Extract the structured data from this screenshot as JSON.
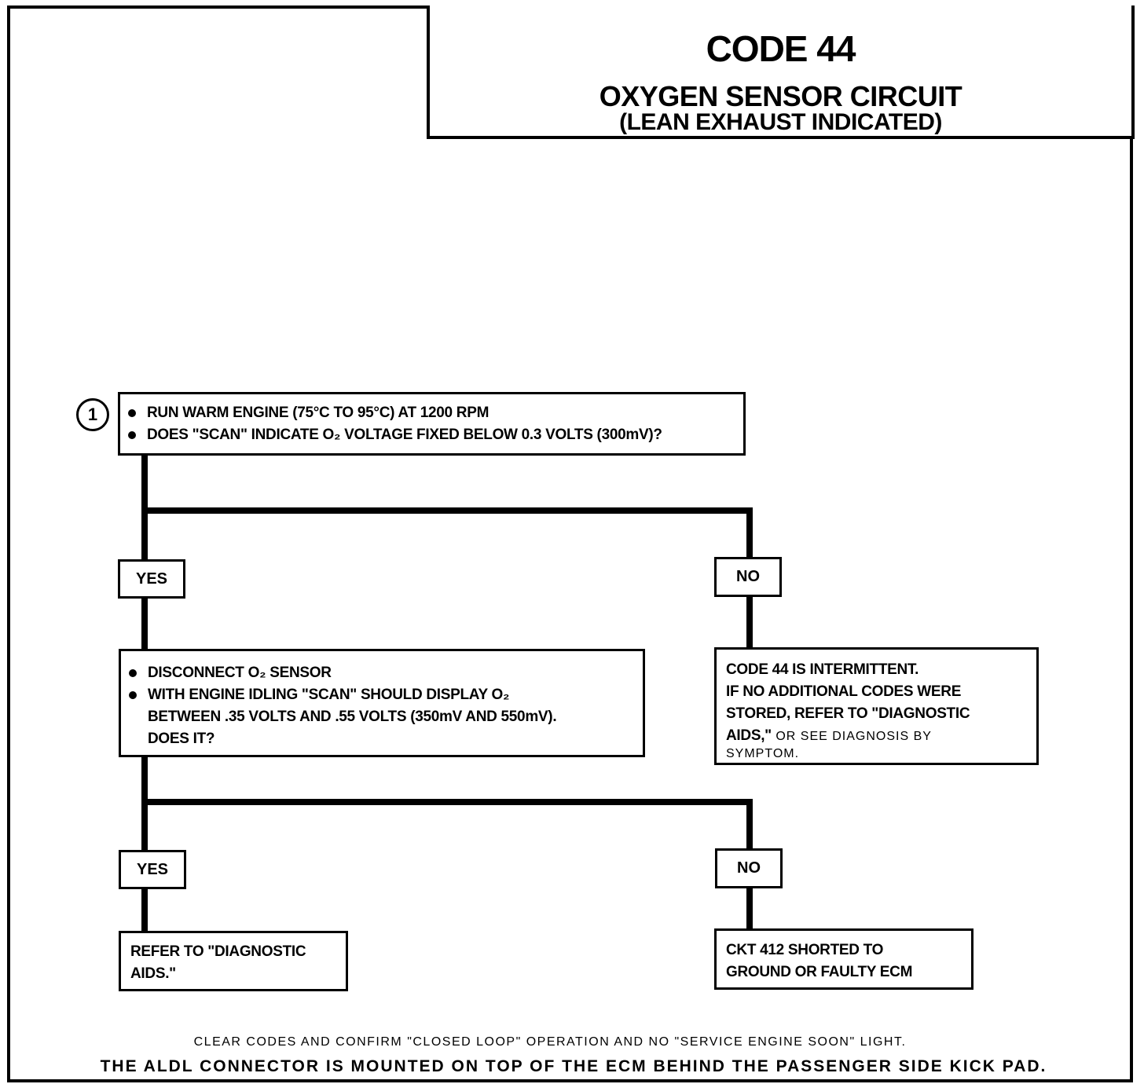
{
  "title": {
    "code": "CODE 44",
    "main": "OXYGEN SENSOR CIRCUIT",
    "sub": "(LEAN EXHAUST INDICATED)"
  },
  "step1": {
    "number": "1",
    "bullets": [
      "RUN WARM ENGINE  (75°C TO 95°C) AT 1200 RPM",
      "DOES \"SCAN\" INDICATE O₂ VOLTAGE FIXED BELOW 0.3 VOLTS (300mV)?"
    ]
  },
  "branch1": {
    "yes": "YES",
    "no": "NO"
  },
  "step2": {
    "bullets": [
      {
        "line1": "DISCONNECT O₂ SENSOR"
      },
      {
        "line1": "WITH ENGINE IDLING \"SCAN\" SHOULD DISPLAY O₂",
        "line2": "BETWEEN .35 VOLTS AND .55 VOLTS (350mV AND 550mV).",
        "line3": "DOES IT?"
      }
    ]
  },
  "intermittent": {
    "line1": "CODE 44 IS INTERMITTENT.",
    "line2": "IF NO ADDITIONAL CODES WERE",
    "line3": "STORED, REFER TO \"DIAGNOSTIC",
    "line4a": "AIDS,\"",
    "line4b": " OR SEE DIAGNOSIS BY",
    "line5": "SYMPTOM."
  },
  "branch2": {
    "yes": "YES",
    "no": "NO"
  },
  "result_yes": {
    "line1": "REFER TO \"DIAGNOSTIC",
    "line2": "AIDS.\""
  },
  "result_no": {
    "line1": "CKT 412  SHORTED TO",
    "line2": "GROUND OR FAULTY ECM"
  },
  "footer": {
    "line1": "CLEAR CODES AND CONFIRM \"CLOSED LOOP\" OPERATION AND NO \"SERVICE ENGINE SOON\" LIGHT.",
    "line2": "THE ALDL CONNECTOR IS MOUNTED ON TOP OF THE ECM BEHIND THE PASSENGER SIDE KICK PAD."
  }
}
